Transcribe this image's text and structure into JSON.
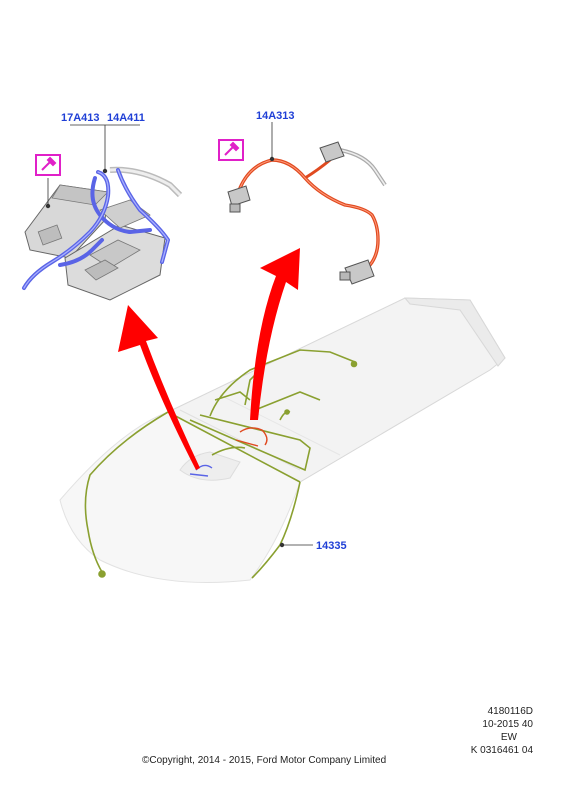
{
  "callouts": {
    "left_a": "17A413",
    "left_b": "14A411",
    "right": "14A313",
    "harness": "14335"
  },
  "meta_block": {
    "line1": "4180116D",
    "line2": "10-2015 40",
    "line3": "EW",
    "line4": "K 0316461 04"
  },
  "copyright": "©Copyright, 2014 - 2015, Ford Motor Company Limited",
  "colors": {
    "callout_text": "#1f3fd6",
    "tool_icon": "#e020c8",
    "arrow": "#ff0000",
    "wire_blue": "#5a64e6",
    "wire_orange": "#e04a20",
    "harness": "#8aa030"
  }
}
